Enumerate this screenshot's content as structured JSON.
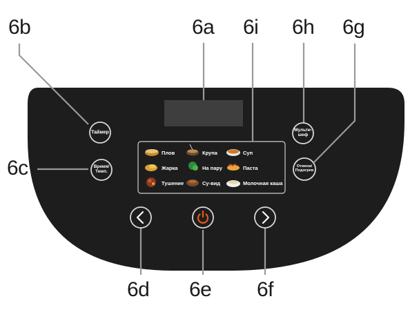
{
  "callouts": {
    "c6a": "6a",
    "c6b": "6b",
    "c6c": "6c",
    "c6d": "6d",
    "c6e": "6e",
    "c6f": "6f",
    "c6g": "6g",
    "c6h": "6h",
    "c6i": "6i"
  },
  "buttons": {
    "timer": "Таймер",
    "time_temp_line1": "Время/",
    "time_temp_line2": "Темп.",
    "multichef_line1": "Мульти-",
    "multichef_line2": "шеф",
    "cancel_line1": "Отмена/",
    "cancel_line2": "Подогрев"
  },
  "programs": {
    "pilaf": "Плов",
    "grain": "Крупа",
    "soup": "Суп",
    "fry": "Жарка",
    "steam": "На пару",
    "pasta": "Паста",
    "stew": "Тушение",
    "sous_vide": "Су-вид",
    "milk_porridge": "Молочная каша"
  },
  "colors": {
    "panel": "#1d1d1d",
    "button_ring": "#d8d8d8",
    "power_icon": "#e8591a",
    "leader_line": "#9a9a9a",
    "display": "#3e3e3e"
  },
  "icons": [
    "chevron-left-icon",
    "power-icon",
    "chevron-right-icon",
    "pilaf-icon",
    "grain-icon",
    "soup-icon",
    "fry-icon",
    "steam-icon",
    "pasta-icon",
    "stew-icon",
    "sous-vide-icon",
    "milk-porridge-icon"
  ]
}
